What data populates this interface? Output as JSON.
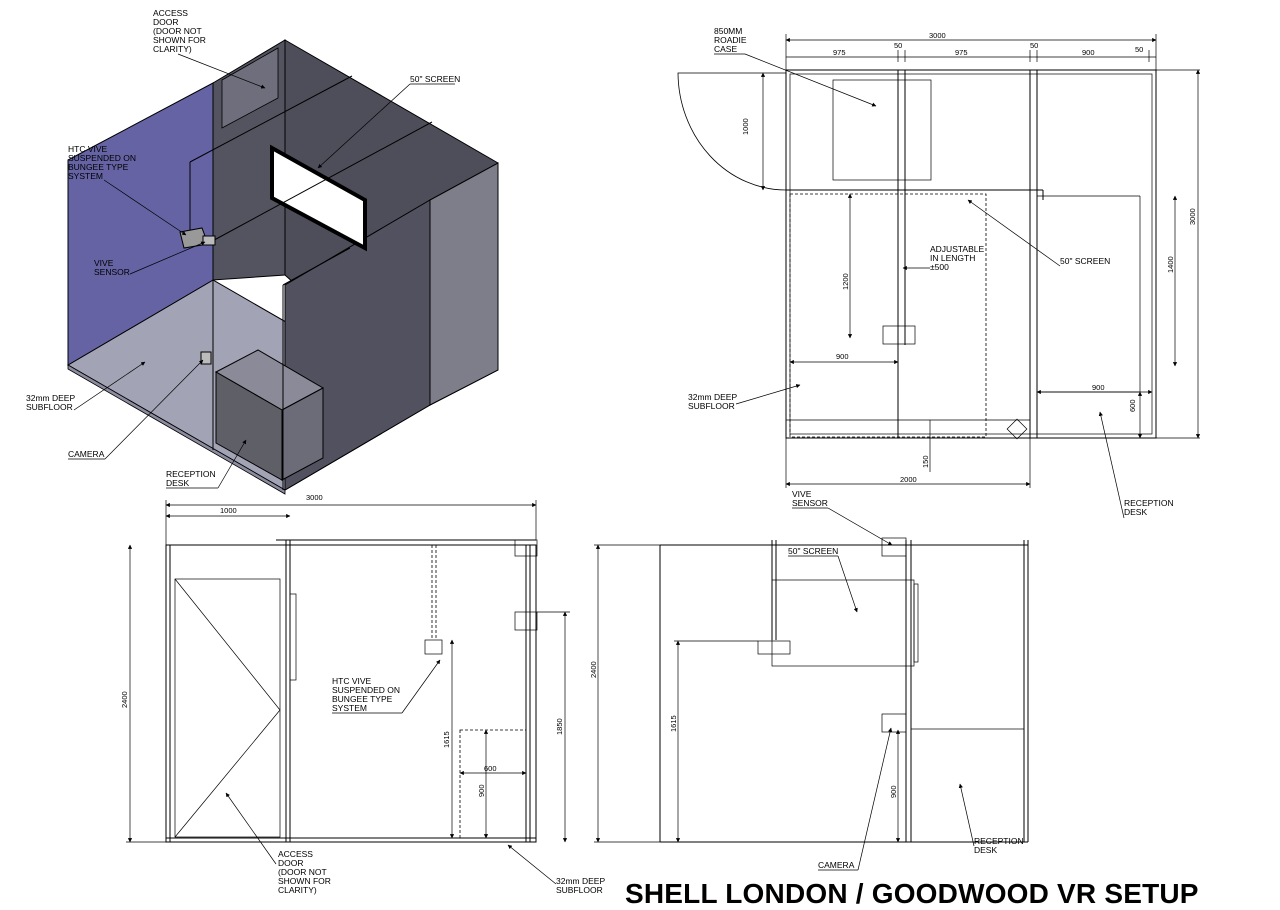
{
  "title": "SHELL LONDON / GOODWOOD VR SETUP",
  "iso": {
    "access_door": [
      "ACCESS",
      "DOOR",
      "(DOOR NOT",
      "SHOWN FOR",
      "CLARITY)"
    ],
    "screen": "50\" SCREEN",
    "htc_vive": [
      "HTC VIVE",
      "SUSPENDED ON",
      "BUNGEE TYPE",
      "SYSTEM"
    ],
    "vive_sensor": [
      "VIVE",
      "SENSOR"
    ],
    "subfloor": [
      "32mm DEEP",
      "SUBFLOOR"
    ],
    "camera": "CAMERA",
    "reception": [
      "RECEPTION",
      "DESK"
    ],
    "colors": {
      "blue_wall": "#6563a4",
      "dark_wall": "#545460",
      "side_wall": "#7e7e8a",
      "floor": "#a3a3b6",
      "desk": "#5f5f68"
    }
  },
  "plan": {
    "roadie": [
      "850MM",
      "ROADIE",
      "CASE"
    ],
    "adjustable": [
      "ADJUSTABLE",
      "IN LENGTH",
      "±500"
    ],
    "screen": "50\" SCREEN",
    "subfloor": [
      "32mm DEEP",
      "SUBFLOOR"
    ],
    "reception": [
      "RECEPTION",
      "DESK"
    ],
    "dims": {
      "total_top": "3000",
      "d975a": "975",
      "d50a": "50",
      "d975b": "975",
      "d50b": "50",
      "d900": "900",
      "d50c": "50",
      "d1000": "1000",
      "d3000r": "3000",
      "d1400": "1400",
      "d1200": "1200",
      "d900b": "900",
      "d900c": "900",
      "d600": "600",
      "d150": "150",
      "d2000": "2000"
    }
  },
  "front": {
    "dims": {
      "d3000": "3000",
      "d1000": "1000",
      "d2400": "2400",
      "d1615": "1615",
      "d1850": "1850",
      "d600": "600",
      "d900": "900"
    },
    "access_door": [
      "ACCESS",
      "DOOR",
      "(DOOR NOT",
      "SHOWN FOR",
      "CLARITY)"
    ],
    "htc_vive": [
      "HTC VIVE",
      "SUSPENDED ON",
      "BUNGEE TYPE",
      "SYSTEM"
    ],
    "subfloor": [
      "32mm DEEP",
      "SUBFLOOR"
    ]
  },
  "side": {
    "vive_sensor": [
      "VIVE",
      "SENSOR"
    ],
    "screen": "50\" SCREEN",
    "camera": "CAMERA",
    "reception": [
      "RECEPTION",
      "DESK"
    ],
    "dims": {
      "d2400": "2400",
      "d1615": "1615",
      "d900": "900"
    }
  }
}
